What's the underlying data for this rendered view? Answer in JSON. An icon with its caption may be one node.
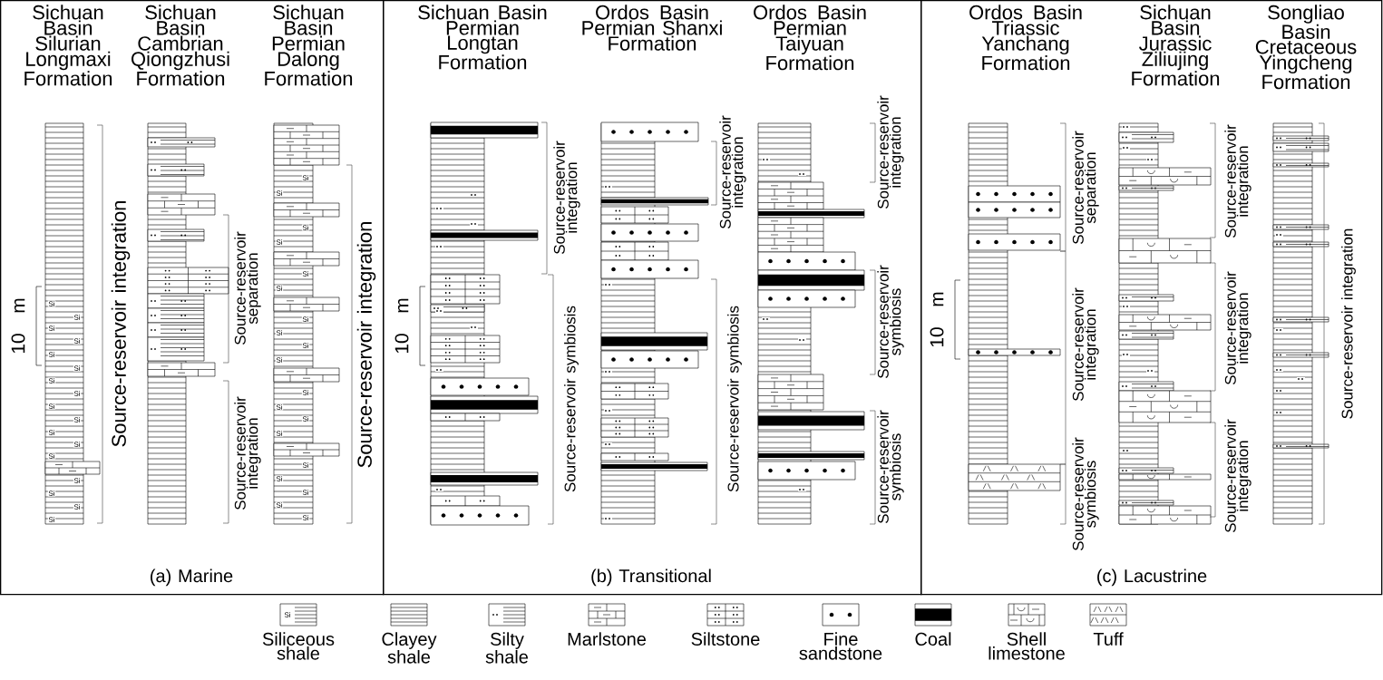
{
  "diagram": {
    "nodes": [
      {
        "text": [
          "(a) Marine"
        ]
      },
      {
        "text": [
          "Sichuan Basin Silurian Longmaxi Formation",
          "Si",
          "Si",
          "Si",
          "Si",
          "Si",
          "Si",
          "Si",
          "Si",
          "Si",
          "Si",
          "Si",
          "Si",
          "Si",
          "Si",
          "Si",
          "Si",
          "Si"
        ],
        "in": 0
      },
      {
        "text": [
          "Sichuan Basin Cambrian Qiongzhusi Formation"
        ],
        "in": 0
      },
      {
        "text": [
          "Sichuan Basin Permian Dalong Formation",
          "Si",
          "Si",
          "Si",
          "Si",
          "Si",
          "Si",
          "Si",
          "Si",
          "Si",
          "Si",
          "Si",
          "Si",
          "Si",
          "Si",
          "Si",
          "Si",
          "Si",
          "Si",
          "Si"
        ],
        "in": 0
      },
      {
        "text": [
          "(b) Transitional"
        ]
      },
      {
        "text": [
          "Sichuan Basin Permian Longtan Formation"
        ],
        "in": 4
      },
      {
        "text": [
          "Ordos Basin Permian Shanxi Formation"
        ],
        "in": 4
      },
      {
        "text": [
          "Ordos Basin Permian Taiyuan Formation"
        ],
        "in": 4
      },
      {
        "text": [
          "(c) Lacustrine"
        ]
      },
      {
        "text": [
          "Ordos Basin Triassic Yanchang Formation"
        ],
        "in": 8
      },
      {
        "text": [
          "Sichuan Basin Jurassic Ziliujing Formation"
        ],
        "in": 8
      },
      {
        "text": [
          "Songliao Basin Cretaceous Yingcheng Formation"
        ],
        "in": 8
      }
    ],
    "labels": [
      "Source-reservoir integration",
      "Source-reservoir separation",
      "Source-reservoir integration",
      "Source-reservoir integration",
      "10 m",
      "Source-reservoir integration",
      "Source-reservoir symbiosis",
      "Source-reservoir integration",
      "Source-reservoir symbiosis",
      "Source-reservoir integration",
      "Source-reservoir symbiosis",
      "Source-reservoir symbiosis",
      "10 m",
      "Source-reservoir separation",
      "Source-reservoir integration",
      "Source-reservoir symbiosis",
      "Source-reservoir integration",
      "Source-reservoir integration",
      "Source-reservoir integration",
      "Source-reservoir integration",
      "10 m",
      "Si"
    ],
    "legend": [
      {
        "text": "Siliceous shale"
      },
      {
        "text": "Clayey shale"
      },
      {
        "text": "Silty shale"
      },
      {
        "text": "Marlstone"
      },
      {
        "text": "Siltstone"
      },
      {
        "text": "Fine sandstone"
      },
      {
        "text": "Coal"
      },
      {
        "text": "Shell limestone"
      },
      {
        "text": "Tuff"
      }
    ]
  }
}
